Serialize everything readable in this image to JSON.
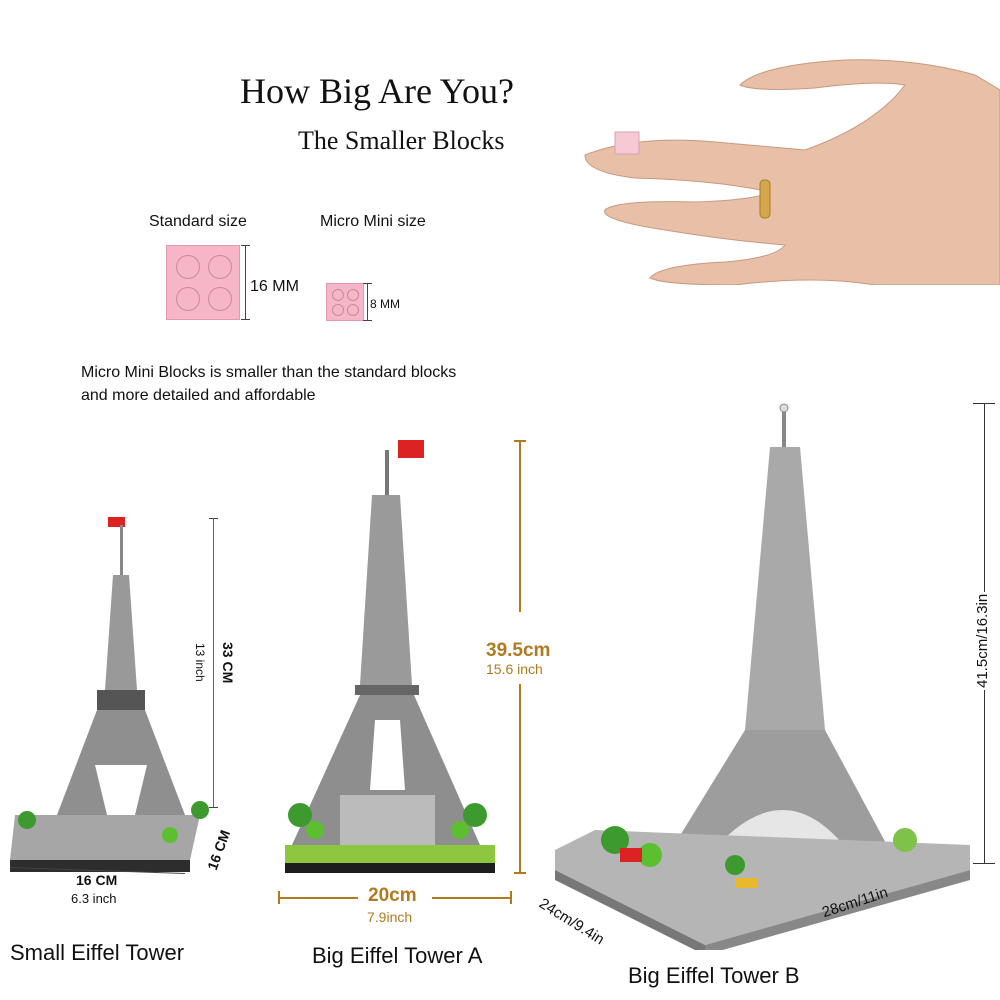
{
  "header": {
    "title": "How Big Are You?",
    "subtitle": "The Smaller Blocks"
  },
  "block_comparison": {
    "standard": {
      "label": "Standard size",
      "dimension": "16 MM"
    },
    "micro": {
      "label": "Micro Mini size",
      "dimension": "8 MM"
    },
    "brick_color": "#f6b6c8",
    "description_line1": "Micro Mini Blocks is smaller than the standard blocks",
    "description_line2": "and more detailed and affordable"
  },
  "hand_photo": {
    "alt": "Hand holding micro mini pink block on fingertip"
  },
  "products": [
    {
      "name": "Small Eiffel Tower",
      "height_cm": "33 CM",
      "height_in": "13 inch",
      "width_cm": "16 CM",
      "width_in": "6.3 inch",
      "depth_cm": "16 CM"
    },
    {
      "name": "Big Eiffel Tower A",
      "height_cm": "39.5cm",
      "height_in": "15.6 inch",
      "width_cm": "20cm",
      "width_in": "7.9inch",
      "accent_color": "#b07a1f"
    },
    {
      "name": "Big Eiffel Tower B",
      "height": "41.5cm/16.3in",
      "width": "28cm/11in",
      "depth": "24cm/9.4in"
    }
  ]
}
